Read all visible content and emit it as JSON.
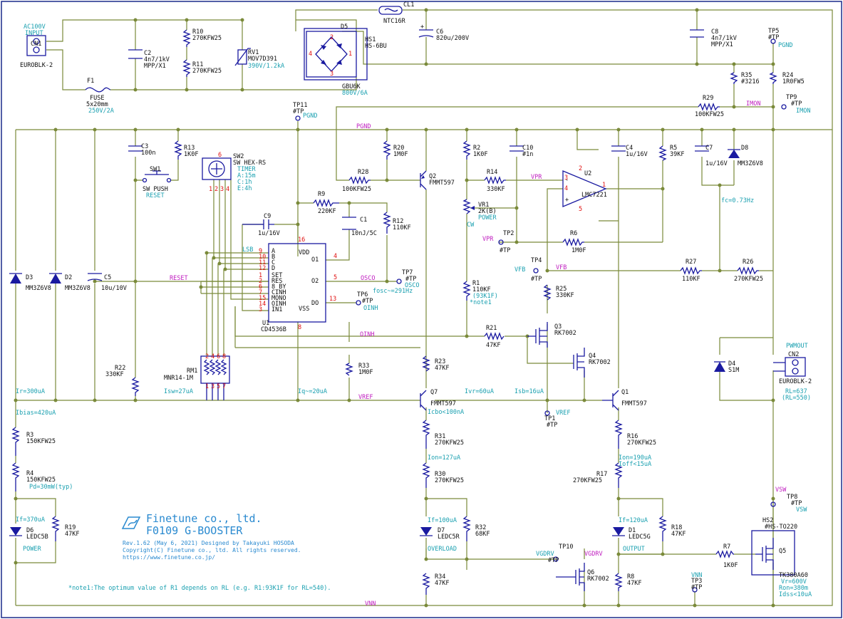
{
  "title_block": {
    "company": "Finetune co., ltd.",
    "product": "F0109 G-BOOSTER",
    "revision": "Rev.1.62 (May 6, 2021) Designed by Takayuki HOSODA",
    "copyright": "Copyright(C) Finetune co., ltd. All rights reserved.",
    "url": "https://www.finetune.co.jp/"
  },
  "note": "*note1:The optimum value of R1 depends on RL (e.g. R1:93K1F for RL=540).",
  "labels": [
    {
      "id": "ac_in1",
      "text": "AC100V",
      "cls": "c"
    },
    {
      "id": "ac_in2",
      "text": "INPUT",
      "cls": "c"
    },
    {
      "id": "cn1",
      "text": "CN1",
      "cls": "k"
    },
    {
      "id": "cn1v",
      "text": "EUROBLK-2",
      "cls": "k"
    },
    {
      "id": "f1",
      "text": "F1",
      "cls": "k"
    },
    {
      "id": "f1a",
      "text": "FUSE",
      "cls": "k"
    },
    {
      "id": "f1b",
      "text": "5x20mm",
      "cls": "k"
    },
    {
      "id": "f1c",
      "text": "250V/2A",
      "cls": "c"
    },
    {
      "id": "c2",
      "text": "C2",
      "cls": "k"
    },
    {
      "id": "c2a",
      "text": "4n7/1kV",
      "cls": "k"
    },
    {
      "id": "c2b",
      "text": "MPP/X1",
      "cls": "k"
    },
    {
      "id": "r10",
      "text": "R10",
      "cls": "k"
    },
    {
      "id": "r10v",
      "text": "270KFW25",
      "cls": "k"
    },
    {
      "id": "r11",
      "text": "R11",
      "cls": "k"
    },
    {
      "id": "r11v",
      "text": "270KFW25",
      "cls": "k"
    },
    {
      "id": "rv1",
      "text": "RV1",
      "cls": "k"
    },
    {
      "id": "rv1v",
      "text": "MOV7D391",
      "cls": "k"
    },
    {
      "id": "rv1c",
      "text": "390V/1.2kA",
      "cls": "c"
    },
    {
      "id": "d5",
      "text": "D5",
      "cls": "k"
    },
    {
      "id": "d5v",
      "text": "GBU6K",
      "cls": "k"
    },
    {
      "id": "d5c",
      "text": "800V/6A",
      "cls": "c"
    },
    {
      "id": "hs1",
      "text": "HS1",
      "cls": "k"
    },
    {
      "id": "hs1v",
      "text": "HS-6BU",
      "cls": "k"
    },
    {
      "id": "cl1",
      "text": "CL1",
      "cls": "k"
    },
    {
      "id": "cl1v",
      "text": "NTC16R",
      "cls": "k"
    },
    {
      "id": "c6",
      "text": "C6",
      "cls": "k"
    },
    {
      "id": "c6v",
      "text": "820u/200V",
      "cls": "k"
    },
    {
      "id": "c8",
      "text": "C8",
      "cls": "k"
    },
    {
      "id": "c8a",
      "text": "4n7/1kV",
      "cls": "k"
    },
    {
      "id": "c8b",
      "text": "MPP/X1",
      "cls": "k"
    },
    {
      "id": "tp5",
      "text": "TP5",
      "cls": "k"
    },
    {
      "id": "tp5v",
      "text": "#TP",
      "cls": "k"
    },
    {
      "id": "tp5n",
      "text": "PGND",
      "cls": "c"
    },
    {
      "id": "r35",
      "text": "R35",
      "cls": "k"
    },
    {
      "id": "r35v",
      "text": "#3216",
      "cls": "k"
    },
    {
      "id": "r24",
      "text": "R24",
      "cls": "k"
    },
    {
      "id": "r24v",
      "text": "1R0FW5",
      "cls": "k"
    },
    {
      "id": "r29",
      "text": "R29",
      "cls": "k"
    },
    {
      "id": "r29v",
      "text": "100KFW25",
      "cls": "k"
    },
    {
      "id": "imon",
      "text": "IMON",
      "cls": "m"
    },
    {
      "id": "tp9",
      "text": "TP9",
      "cls": "k"
    },
    {
      "id": "tp9v",
      "text": "#TP",
      "cls": "k"
    },
    {
      "id": "tp9n",
      "text": "IMON",
      "cls": "c"
    },
    {
      "id": "tp11",
      "text": "TP11",
      "cls": "k"
    },
    {
      "id": "tp11v",
      "text": "#TP",
      "cls": "k"
    },
    {
      "id": "tp11n",
      "text": "PGND",
      "cls": "c"
    },
    {
      "id": "pgnd",
      "text": "PGND",
      "cls": "m"
    },
    {
      "id": "c3",
      "text": "C3",
      "cls": "k"
    },
    {
      "id": "c3v",
      "text": "100n",
      "cls": "k"
    },
    {
      "id": "r13",
      "text": "R13",
      "cls": "k"
    },
    {
      "id": "r13v",
      "text": "1K0F",
      "cls": "k"
    },
    {
      "id": "sw1",
      "text": "SW1",
      "cls": "k"
    },
    {
      "id": "sw1v",
      "text": "SW PUSH",
      "cls": "k"
    },
    {
      "id": "sw1c",
      "text": "RESET",
      "cls": "c"
    },
    {
      "id": "sw2",
      "text": "SW2",
      "cls": "k"
    },
    {
      "id": "sw2v",
      "text": "SW HEX-RS",
      "cls": "k"
    },
    {
      "id": "sw2t",
      "text": "TIMER",
      "cls": "c"
    },
    {
      "id": "sw2a",
      "text": "A:15m",
      "cls": "c"
    },
    {
      "id": "sw2b",
      "text": "C:1h",
      "cls": "c"
    },
    {
      "id": "sw2e",
      "text": "E:4h",
      "cls": "c"
    },
    {
      "id": "r20",
      "text": "R20",
      "cls": "k"
    },
    {
      "id": "r20v",
      "text": "1M0F",
      "cls": "k"
    },
    {
      "id": "r28",
      "text": "R28",
      "cls": "k"
    },
    {
      "id": "r28v",
      "text": "100KFW25",
      "cls": "k"
    },
    {
      "id": "q2",
      "text": "Q2",
      "cls": "k"
    },
    {
      "id": "q2v",
      "text": "FMMT597",
      "cls": "k"
    },
    {
      "id": "r2",
      "text": "R2",
      "cls": "k"
    },
    {
      "id": "r2v",
      "text": "1K0F",
      "cls": "k"
    },
    {
      "id": "c10",
      "text": "C10",
      "cls": "k"
    },
    {
      "id": "c10v",
      "text": "#1n",
      "cls": "k"
    },
    {
      "id": "r14",
      "text": "R14",
      "cls": "k"
    },
    {
      "id": "r14v",
      "text": "330KF",
      "cls": "k"
    },
    {
      "id": "vpr",
      "text": "VPR",
      "cls": "m"
    },
    {
      "id": "u2",
      "text": "U2",
      "cls": "k"
    },
    {
      "id": "u2v",
      "text": "LMC7221",
      "cls": "k"
    },
    {
      "id": "c4",
      "text": "C4",
      "cls": "k"
    },
    {
      "id": "c4v",
      "text": "1u/16V",
      "cls": "k"
    },
    {
      "id": "r5",
      "text": "R5",
      "cls": "k"
    },
    {
      "id": "r5v",
      "text": "39KF",
      "cls": "k"
    },
    {
      "id": "c7",
      "text": "C7",
      "cls": "k"
    },
    {
      "id": "c7v",
      "text": "1u/16V",
      "cls": "k"
    },
    {
      "id": "d8",
      "text": "D8",
      "cls": "k"
    },
    {
      "id": "d8v",
      "text": "MM3Z6V8",
      "cls": "k"
    },
    {
      "id": "fc",
      "text": "fc=0.73Hz",
      "cls": "c"
    },
    {
      "id": "vr1",
      "text": "VR1",
      "cls": "k"
    },
    {
      "id": "vr1v",
      "text": "2K(B)",
      "cls": "k"
    },
    {
      "id": "vr1c",
      "text": "POWER",
      "cls": "c"
    },
    {
      "id": "cw",
      "text": "CW",
      "cls": "c"
    },
    {
      "id": "tp2",
      "text": "TP2",
      "cls": "k"
    },
    {
      "id": "tp2v",
      "text": "#TP",
      "cls": "k"
    },
    {
      "id": "tp2n",
      "text": "VPR",
      "cls": "m"
    },
    {
      "id": "r6",
      "text": "R6",
      "cls": "k"
    },
    {
      "id": "r6v",
      "text": "1M0F",
      "cls": "k"
    },
    {
      "id": "tp4",
      "text": "TP4",
      "cls": "k"
    },
    {
      "id": "tp4v",
      "text": "#TP",
      "cls": "k"
    },
    {
      "id": "tp4n",
      "text": "VFB",
      "cls": "c"
    },
    {
      "id": "vfb",
      "text": "VFB",
      "cls": "m"
    },
    {
      "id": "r27",
      "text": "R27",
      "cls": "k"
    },
    {
      "id": "r27v",
      "text": "110KF",
      "cls": "k"
    },
    {
      "id": "r26",
      "text": "R26",
      "cls": "k"
    },
    {
      "id": "r26v",
      "text": "270KFW25",
      "cls": "k"
    },
    {
      "id": "r25",
      "text": "R25",
      "cls": "k"
    },
    {
      "id": "r25v",
      "text": "330KF",
      "cls": "k"
    },
    {
      "id": "r1",
      "text": "R1",
      "cls": "k"
    },
    {
      "id": "r1v",
      "text": "110KF",
      "cls": "k"
    },
    {
      "id": "r1c",
      "text": "(93K1F)",
      "cls": "c"
    },
    {
      "id": "r1n",
      "text": "*note1",
      "cls": "c"
    },
    {
      "id": "c9",
      "text": "C9",
      "cls": "k"
    },
    {
      "id": "c9v",
      "text": "1u/16V",
      "cls": "k"
    },
    {
      "id": "r9",
      "text": "R9",
      "cls": "k"
    },
    {
      "id": "r9v",
      "text": "220KF",
      "cls": "k"
    },
    {
      "id": "c1",
      "text": "C1",
      "cls": "k"
    },
    {
      "id": "c1v",
      "text": "10nJ/5C",
      "cls": "k"
    },
    {
      "id": "r12",
      "text": "R12",
      "cls": "k"
    },
    {
      "id": "r12v",
      "text": "110KF",
      "cls": "k"
    },
    {
      "id": "tp7",
      "text": "TP7",
      "cls": "k"
    },
    {
      "id": "tp7v",
      "text": "#TP",
      "cls": "k"
    },
    {
      "id": "tp7n",
      "text": "OSCO",
      "cls": "c"
    },
    {
      "id": "fosc",
      "text": "fosc~=291Hz",
      "cls": "c"
    },
    {
      "id": "tp6",
      "text": "TP6",
      "cls": "k"
    },
    {
      "id": "tp6v",
      "text": "#TP",
      "cls": "k"
    },
    {
      "id": "tp6n",
      "text": "OINH",
      "cls": "c"
    },
    {
      "id": "u1",
      "text": "U1",
      "cls": "k"
    },
    {
      "id": "u1v",
      "text": "CD4536B",
      "cls": "k"
    },
    {
      "id": "lsb",
      "text": "LSB",
      "cls": "c"
    },
    {
      "id": "reset",
      "text": "RESET",
      "cls": "m"
    },
    {
      "id": "osco",
      "text": "OSCO",
      "cls": "m"
    },
    {
      "id": "oinh",
      "text": "OINH",
      "cls": "m"
    },
    {
      "id": "r21",
      "text": "R21",
      "cls": "k"
    },
    {
      "id": "r21v",
      "text": "47KF",
      "cls": "k"
    },
    {
      "id": "q3",
      "text": "Q3",
      "cls": "k"
    },
    {
      "id": "q3v",
      "text": "RK7002",
      "cls": "k"
    },
    {
      "id": "q4",
      "text": "Q4",
      "cls": "k"
    },
    {
      "id": "q4v",
      "text": "RK7002",
      "cls": "k"
    },
    {
      "id": "d3",
      "text": "D3",
      "cls": "k"
    },
    {
      "id": "d3v",
      "text": "MM3Z6V8",
      "cls": "k"
    },
    {
      "id": "d2",
      "text": "D2",
      "cls": "k"
    },
    {
      "id": "d2v",
      "text": "MM3Z6V8",
      "cls": "k"
    },
    {
      "id": "c5",
      "text": "C5",
      "cls": "k"
    },
    {
      "id": "c5v",
      "text": "10u/10V",
      "cls": "k"
    },
    {
      "id": "r22",
      "text": "R22",
      "cls": "k"
    },
    {
      "id": "r22v",
      "text": "330KF",
      "cls": "k"
    },
    {
      "id": "rm1",
      "text": "RM1",
      "cls": "k"
    },
    {
      "id": "rm1v",
      "text": "MNR14-1M",
      "cls": "k"
    },
    {
      "id": "r33",
      "text": "R33",
      "cls": "k"
    },
    {
      "id": "r33v",
      "text": "1M0F",
      "cls": "k"
    },
    {
      "id": "r23",
      "text": "R23",
      "cls": "k"
    },
    {
      "id": "r23v",
      "text": "47KF",
      "cls": "k"
    },
    {
      "id": "d4",
      "text": "D4",
      "cls": "k"
    },
    {
      "id": "d4v",
      "text": "S1M",
      "cls": "k"
    },
    {
      "id": "pwmout",
      "text": "PWMOUT",
      "cls": "c"
    },
    {
      "id": "cn2",
      "text": "CN2",
      "cls": "k"
    },
    {
      "id": "cn2v",
      "text": "EUROBLK-2",
      "cls": "k"
    },
    {
      "id": "rl1",
      "text": "RL=637",
      "cls": "c"
    },
    {
      "id": "rl2",
      "text": "(RL=550)",
      "cls": "c"
    },
    {
      "id": "ir",
      "text": "Ir=300uA",
      "cls": "c"
    },
    {
      "id": "isw",
      "text": "Isw=27uA",
      "cls": "c"
    },
    {
      "id": "iq",
      "text": "Iq~=20uA",
      "cls": "c"
    },
    {
      "id": "vref",
      "text": "VREF",
      "cls": "m"
    },
    {
      "id": "ivr",
      "text": "Ivr=60uA",
      "cls": "c"
    },
    {
      "id": "isb",
      "text": "Isb=16uA",
      "cls": "c"
    },
    {
      "id": "q7",
      "text": "Q7",
      "cls": "k"
    },
    {
      "id": "q7v",
      "text": "FMMT597",
      "cls": "k"
    },
    {
      "id": "icbo",
      "text": "Icbo<100nA",
      "cls": "c"
    },
    {
      "id": "tp1",
      "text": "TP1",
      "cls": "k"
    },
    {
      "id": "tp1v",
      "text": "#TP",
      "cls": "k"
    },
    {
      "id": "tp1n",
      "text": "VREF",
      "cls": "c"
    },
    {
      "id": "q1",
      "text": "Q1",
      "cls": "k"
    },
    {
      "id": "q1v",
      "text": "FMMT597",
      "cls": "k"
    },
    {
      "id": "ibias",
      "text": "Ibias=420uA",
      "cls": "c"
    },
    {
      "id": "r3",
      "text": "R3",
      "cls": "k"
    },
    {
      "id": "r3v",
      "text": "150KFW25",
      "cls": "k"
    },
    {
      "id": "r4",
      "text": "R4",
      "cls": "k"
    },
    {
      "id": "r4v",
      "text": "150KFW25",
      "cls": "k"
    },
    {
      "id": "pd",
      "text": "Pd=30mW(typ)",
      "cls": "c"
    },
    {
      "id": "r31",
      "text": "R31",
      "cls": "k"
    },
    {
      "id": "r31v",
      "text": "270KFW25",
      "cls": "k"
    },
    {
      "id": "ion1",
      "text": "Ion=127uA",
      "cls": "c"
    },
    {
      "id": "r30",
      "text": "R30",
      "cls": "k"
    },
    {
      "id": "r30v",
      "text": "270KFW25",
      "cls": "k"
    },
    {
      "id": "r16",
      "text": "R16",
      "cls": "k"
    },
    {
      "id": "r16v",
      "text": "270KFW25",
      "cls": "k"
    },
    {
      "id": "ion2",
      "text": "Ion=190uA",
      "cls": "c"
    },
    {
      "id": "ioff",
      "text": "Ioff<15uA",
      "cls": "c"
    },
    {
      "id": "r17",
      "text": "R17",
      "cls": "k"
    },
    {
      "id": "r17v",
      "text": "270KFW25",
      "cls": "k"
    },
    {
      "id": "vsw",
      "text": "VSW",
      "cls": "m"
    },
    {
      "id": "tp8",
      "text": "TP8",
      "cls": "k"
    },
    {
      "id": "tp8v",
      "text": "#TP",
      "cls": "k"
    },
    {
      "id": "tp8n",
      "text": "VSW",
      "cls": "c"
    },
    {
      "id": "hs2",
      "text": "HS2",
      "cls": "k"
    },
    {
      "id": "hs2v",
      "text": "#HS-TO220",
      "cls": "k"
    },
    {
      "id": "if1",
      "text": "If=370uA",
      "cls": "c"
    },
    {
      "id": "r19",
      "text": "R19",
      "cls": "k"
    },
    {
      "id": "r19v",
      "text": "47KF",
      "cls": "k"
    },
    {
      "id": "d6",
      "text": "D6",
      "cls": "k"
    },
    {
      "id": "d6v",
      "text": "LEDC5B",
      "cls": "k"
    },
    {
      "id": "power",
      "text": "POWER",
      "cls": "c"
    },
    {
      "id": "if2",
      "text": "If=100uA",
      "cls": "c"
    },
    {
      "id": "r32",
      "text": "R32",
      "cls": "k"
    },
    {
      "id": "r32v",
      "text": "68KF",
      "cls": "k"
    },
    {
      "id": "d7",
      "text": "D7",
      "cls": "k"
    },
    {
      "id": "d7v",
      "text": "LEDC5R",
      "cls": "k"
    },
    {
      "id": "overload",
      "text": "OVERLOAD",
      "cls": "c"
    },
    {
      "id": "if3",
      "text": "If=120uA",
      "cls": "c"
    },
    {
      "id": "r18",
      "text": "R18",
      "cls": "k"
    },
    {
      "id": "r18v",
      "text": "47KF",
      "cls": "k"
    },
    {
      "id": "d1",
      "text": "D1",
      "cls": "k"
    },
    {
      "id": "d1v",
      "text": "LEDC5G",
      "cls": "k"
    },
    {
      "id": "output",
      "text": "OUTPUT",
      "cls": "c"
    },
    {
      "id": "tp10",
      "text": "TP10",
      "cls": "k"
    },
    {
      "id": "tp10v",
      "text": "#TP",
      "cls": "k"
    },
    {
      "id": "tp10n",
      "text": "VGDRV",
      "cls": "c"
    },
    {
      "id": "vgdrv",
      "text": "VGDRV",
      "cls": "m"
    },
    {
      "id": "r7",
      "text": "R7",
      "cls": "k"
    },
    {
      "id": "r7v",
      "text": "1K0F",
      "cls": "k"
    },
    {
      "id": "q5",
      "text": "Q5",
      "cls": "k"
    },
    {
      "id": "q5v",
      "text": "TK380A60",
      "cls": "k"
    },
    {
      "id": "q5a",
      "text": "Vr=600V",
      "cls": "c"
    },
    {
      "id": "q5b",
      "text": "Ron=380m",
      "cls": "c"
    },
    {
      "id": "q5c",
      "text": "Idss<10uA",
      "cls": "c"
    },
    {
      "id": "q6",
      "text": "Q6",
      "cls": "k"
    },
    {
      "id": "q6v",
      "text": "RK7002",
      "cls": "k"
    },
    {
      "id": "r34",
      "text": "R34",
      "cls": "k"
    },
    {
      "id": "r34v",
      "text": "47KF",
      "cls": "k"
    },
    {
      "id": "r8",
      "text": "R8",
      "cls": "k"
    },
    {
      "id": "r8v",
      "text": "47KF",
      "cls": "k"
    },
    {
      "id": "vnnl",
      "text": "VNN",
      "cls": "c"
    },
    {
      "id": "tp3",
      "text": "TP3",
      "cls": "k"
    },
    {
      "id": "tp3v",
      "text": "#TP",
      "cls": "k"
    },
    {
      "id": "vnn",
      "text": "VNN",
      "cls": "m"
    },
    {
      "id": "u1p16",
      "text": "16",
      "cls": "r"
    },
    {
      "id": "u1vdd",
      "text": "VDD",
      "cls": "k"
    },
    {
      "id": "u1vss",
      "text": "VSS",
      "cls": "k"
    },
    {
      "id": "u1p8",
      "text": "8",
      "cls": "r"
    },
    {
      "id": "u1o1",
      "text": "O1",
      "cls": "k"
    },
    {
      "id": "u1o2",
      "text": "O2",
      "cls": "k"
    },
    {
      "id": "u1do",
      "text": "DO",
      "cls": "k"
    },
    {
      "id": "u1p4",
      "text": "4",
      "cls": "r"
    },
    {
      "id": "u1p5",
      "text": "5",
      "cls": "r"
    },
    {
      "id": "u1p13",
      "text": "13",
      "cls": "r"
    }
  ],
  "u1_pins": [
    {
      "num": "9",
      "name": "A"
    },
    {
      "num": "10",
      "name": "B"
    },
    {
      "num": "11",
      "name": "C"
    },
    {
      "num": "12",
      "name": "D"
    },
    {
      "num": "1",
      "name": "SET"
    },
    {
      "num": "2",
      "name": "RES"
    },
    {
      "num": "6",
      "name": "8_BY"
    },
    {
      "num": "7",
      "name": "CINH"
    },
    {
      "num": "15",
      "name": "MONO"
    },
    {
      "num": "14",
      "name": "OINH"
    },
    {
      "num": "3",
      "name": "IN1"
    }
  ],
  "sw2_pins": [
    "1",
    "2",
    "3",
    "4"
  ],
  "rm1_pins_top": [
    "2",
    "4",
    "6",
    "8"
  ],
  "rm1_pins_bot": [
    "1",
    "3",
    "5",
    "7"
  ],
  "d5_pins": [
    "2",
    "4",
    "1",
    "3"
  ],
  "u2_pins": [
    "2",
    "3",
    "4",
    "5",
    "1"
  ]
}
